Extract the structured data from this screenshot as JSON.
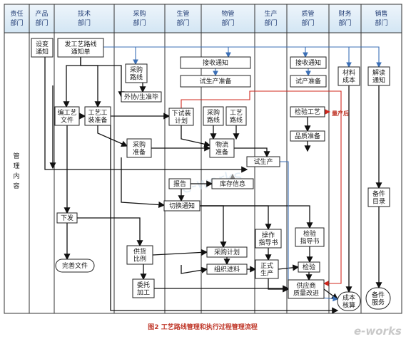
{
  "columns": [
    {
      "id": "resp",
      "lines": [
        "责任",
        "部门"
      ]
    },
    {
      "id": "prod",
      "lines": [
        "产品",
        "部门"
      ]
    },
    {
      "id": "tech",
      "lines": [
        "技术",
        "部门"
      ]
    },
    {
      "id": "purch",
      "lines": [
        "采购",
        "部门"
      ]
    },
    {
      "id": "prodmgr",
      "lines": [
        "生管",
        "部门"
      ]
    },
    {
      "id": "material",
      "lines": [
        "物管",
        "部门"
      ]
    },
    {
      "id": "production",
      "lines": [
        "生产",
        "部门"
      ]
    },
    {
      "id": "quality",
      "lines": [
        "质管",
        "部门"
      ]
    },
    {
      "id": "finance",
      "lines": [
        "财务",
        "部门"
      ]
    },
    {
      "id": "sales",
      "lines": [
        "销售",
        "部门"
      ]
    }
  ],
  "row_label": [
    "管",
    "理",
    "内",
    "容"
  ],
  "nodes": {
    "design_notice": [
      "设变",
      "通知"
    ],
    "issue_route": [
      "发工艺路线",
      "通知单"
    ],
    "receive_notice": [
      "接收通知"
    ],
    "trial_prep_material": [
      "试生产准备"
    ],
    "receive_notice_q": [
      "接收通知"
    ],
    "trial_prep_q": [
      "试产准备"
    ],
    "material_cost": [
      "材料",
      "成本"
    ],
    "interpret_notice": [
      "解读",
      "通知"
    ],
    "purch_route": [
      "采购",
      "路线"
    ],
    "outsource_coord": [
      "外协/生准毕"
    ],
    "write_process": [
      "编工艺",
      "文件"
    ],
    "tooling_prep": [
      "工艺工",
      "装准备"
    ],
    "trial_plan": [
      "下试装",
      "计划"
    ],
    "purch_route2": [
      "采购",
      "路线"
    ],
    "process_route": [
      "工艺",
      "路线"
    ],
    "inspect_process": [
      "检验工艺"
    ],
    "volume_label": [
      "量产后"
    ],
    "quality_prep": [
      "品质准备"
    ],
    "purch_prep": [
      "采购",
      "准备"
    ],
    "logistics_prep": [
      "物流",
      "准备"
    ],
    "trial_production": [
      "试生产"
    ],
    "report": [
      "报告"
    ],
    "inventory_info": [
      "库存信息"
    ],
    "spare_catalog": [
      "备件",
      "目录"
    ],
    "switch_notice": [
      "切换通知"
    ],
    "release": [
      "下发"
    ],
    "op_guide": [
      "操作",
      "指导书"
    ],
    "inspect_guide": [
      "检验",
      "指导书"
    ],
    "supply_ratio": [
      "供货",
      "比例"
    ],
    "purch_plan": [
      "采购计划"
    ],
    "complete_docs": [
      "完善文件"
    ],
    "organize_purchase": [
      "组织进料"
    ],
    "formal_production": [
      "正式",
      "生产"
    ],
    "inspection": [
      "检验"
    ],
    "outsource_proc": [
      "委托",
      "加工"
    ],
    "supplier_quality": [
      "供应商",
      "质量改进"
    ],
    "cost_accounting": [
      "成本",
      "核算"
    ],
    "spare_service": [
      "备件",
      "服务"
    ]
  },
  "watermark": "e-works",
  "caption": "图2   工艺路线管理和执行过程管理流程"
}
